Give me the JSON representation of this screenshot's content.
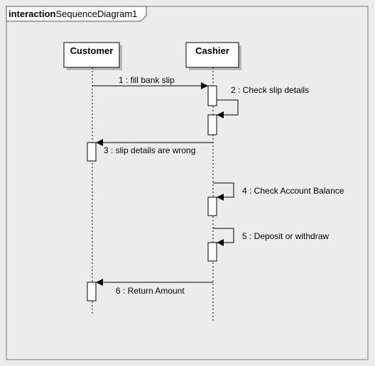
{
  "diagram": {
    "frame_keyword": "interaction",
    "frame_name": "SequenceDiagram1",
    "lifelines": [
      {
        "name": "Customer"
      },
      {
        "name": "Cashier"
      }
    ],
    "messages": [
      {
        "label": "1 : fill bank slip"
      },
      {
        "label": "2 : Check slip details"
      },
      {
        "label": "3 : slip details are wrong"
      },
      {
        "label": "4 : Check Account Balance"
      },
      {
        "label": "5 : Deposit or withdraw"
      },
      {
        "label": "6 : Return Amount"
      }
    ]
  },
  "colors": {
    "background": "#ececec",
    "box_fill": "#ffffff",
    "stroke": "#000000"
  }
}
